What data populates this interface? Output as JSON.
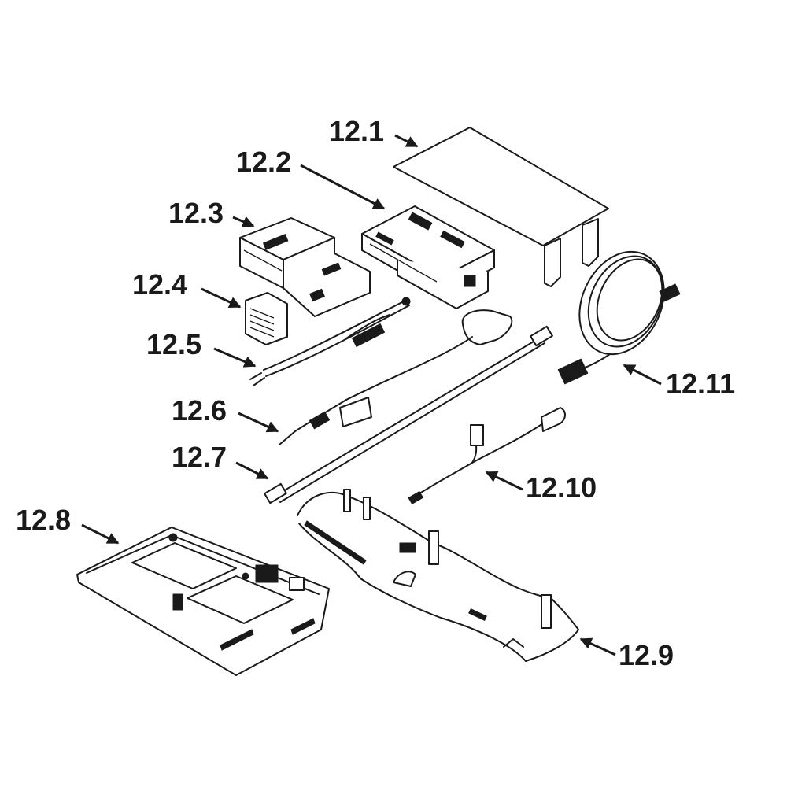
{
  "diagram": {
    "callouts": [
      {
        "id": "12.1",
        "label": "12.1"
      },
      {
        "id": "12.2",
        "label": "12.2"
      },
      {
        "id": "12.3",
        "label": "12.3"
      },
      {
        "id": "12.4",
        "label": "12.4"
      },
      {
        "id": "12.5",
        "label": "12.5"
      },
      {
        "id": "12.6",
        "label": "12.6"
      },
      {
        "id": "12.7",
        "label": "12.7"
      },
      {
        "id": "12.8",
        "label": "12.8"
      },
      {
        "id": "12.9",
        "label": "12.9"
      },
      {
        "id": "12.10",
        "label": "12.10"
      },
      {
        "id": "12.11",
        "label": "12.11"
      }
    ],
    "colors": {
      "ink": "#1a1a1a",
      "paper": "#ffffff"
    }
  }
}
